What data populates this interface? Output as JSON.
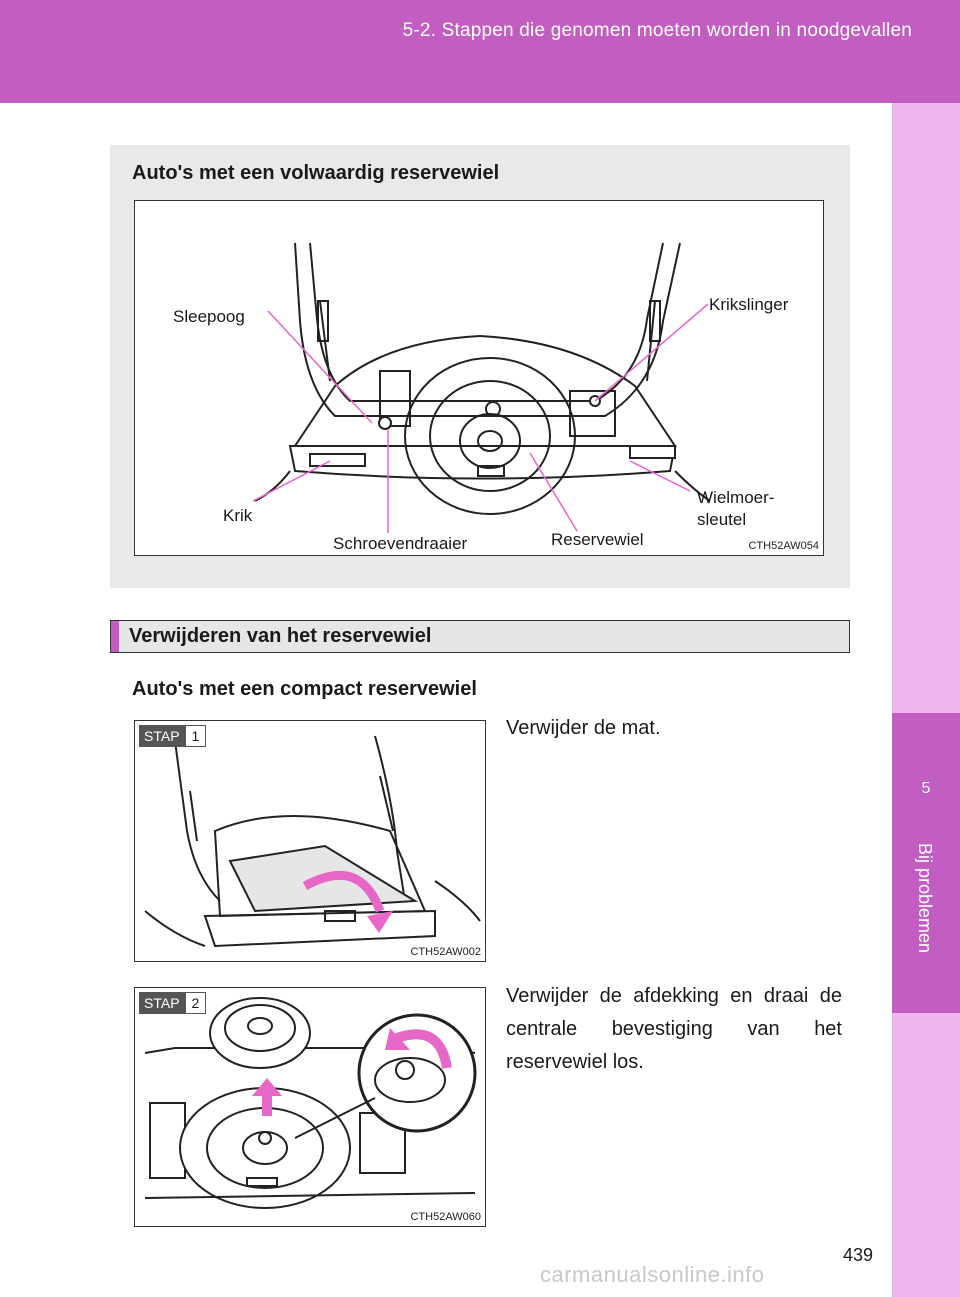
{
  "header": {
    "title": "5-2. Stappen die genomen moeten worden in noodgevallen"
  },
  "side_tab": {
    "chapter_number": "5",
    "chapter_label": "Bij problemen"
  },
  "full_spare_box": {
    "heading": "Auto's met een volwaardig reservewiel",
    "figure_code": "CTH52AW054",
    "callouts": {
      "sleepoog": "Sleepoog",
      "krikslinger": "Krikslinger",
      "wielmoer_line1": "Wielmoer-",
      "wielmoer_line2": "sleutel",
      "krik": "Krik",
      "schroevendraaier": "Schroevendraaier",
      "reservewiel": "Reservewiel"
    }
  },
  "section": {
    "title": "Verwijderen van het reservewiel",
    "subheading": "Auto's met een compact reservewiel"
  },
  "steps": [
    {
      "word": "STAP",
      "number": "1",
      "figure_code": "CTH52AW002",
      "text": "Verwijder de mat."
    },
    {
      "word": "STAP",
      "number": "2",
      "figure_code": "CTH52AW060",
      "text": "Verwijder de afdekking en draai de centrale bevestiging van het reservewiel los."
    }
  ],
  "page_number": "439",
  "watermark": "carmanualsonline.info",
  "colors": {
    "accent": "#c25ec2",
    "tab_light": "#edb6ee",
    "box_gray": "#e9e9e9",
    "arrow_pink": "#e667c8"
  }
}
